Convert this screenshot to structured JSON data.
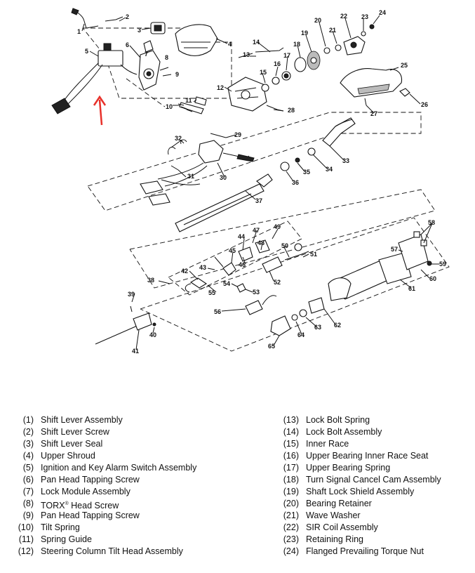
{
  "callouts": [
    "1",
    "2",
    "3",
    "4",
    "5",
    "6",
    "7",
    "8",
    "9",
    "10",
    "11",
    "12",
    "13",
    "14",
    "15",
    "16",
    "17",
    "18",
    "19",
    "20",
    "21",
    "22",
    "23",
    "24",
    "25",
    "26",
    "27",
    "28",
    "29",
    "30",
    "31",
    "32",
    "33",
    "34",
    "35",
    "36",
    "37",
    "38",
    "39",
    "40",
    "41",
    "42",
    "43",
    "44",
    "45",
    "46",
    "47",
    "48",
    "49",
    "50",
    "51",
    "52",
    "53",
    "54",
    "55",
    "56",
    "57",
    "58",
    "59",
    "60",
    "61",
    "62",
    "63",
    "64",
    "65"
  ],
  "arrow_color": "#e8312a",
  "legend": {
    "left": [
      {
        "num": "(1)",
        "label": "Shift Lever Assembly"
      },
      {
        "num": "(2)",
        "label": "Shift Lever Screw"
      },
      {
        "num": "(3)",
        "label": "Shift Lever Seal"
      },
      {
        "num": "(4)",
        "label": "Upper Shroud"
      },
      {
        "num": "(5)",
        "label": "Ignition and Key Alarm Switch Assembly"
      },
      {
        "num": "(6)",
        "label": "Pan Head Tapping Screw"
      },
      {
        "num": "(7)",
        "label": "Lock Module Assembly"
      },
      {
        "num": "(8)",
        "label": "TORX",
        "label_sup": "®",
        "label_after": " Head Screw"
      },
      {
        "num": "(9)",
        "label": "Pan Head Tapping Screw"
      },
      {
        "num": "(10)",
        "label": "Tilt Spring"
      },
      {
        "num": "(11)",
        "label": "Spring Guide"
      },
      {
        "num": "(12)",
        "label": "Steering Column Tilt Head Assembly"
      }
    ],
    "right": [
      {
        "num": "(13)",
        "label": "Lock Bolt Spring"
      },
      {
        "num": "(14)",
        "label": "Lock Bolt Assembly"
      },
      {
        "num": "(15)",
        "label": "Inner Race"
      },
      {
        "num": "(16)",
        "label": "Upper Bearing Inner Race Seat"
      },
      {
        "num": "(17)",
        "label": "Upper Bearing Spring"
      },
      {
        "num": "(18)",
        "label": "Turn Signal Cancel Cam Assembly"
      },
      {
        "num": "(19)",
        "label": "Shaft Lock Shield Assembly"
      },
      {
        "num": "(20)",
        "label": "Bearing Retainer"
      },
      {
        "num": "(21)",
        "label": "Wave Washer"
      },
      {
        "num": "(22)",
        "label": "SIR Coil Assembly"
      },
      {
        "num": "(23)",
        "label": "Retaining Ring"
      },
      {
        "num": "(24)",
        "label": "Flanged Prevailing Torque Nut"
      }
    ]
  }
}
